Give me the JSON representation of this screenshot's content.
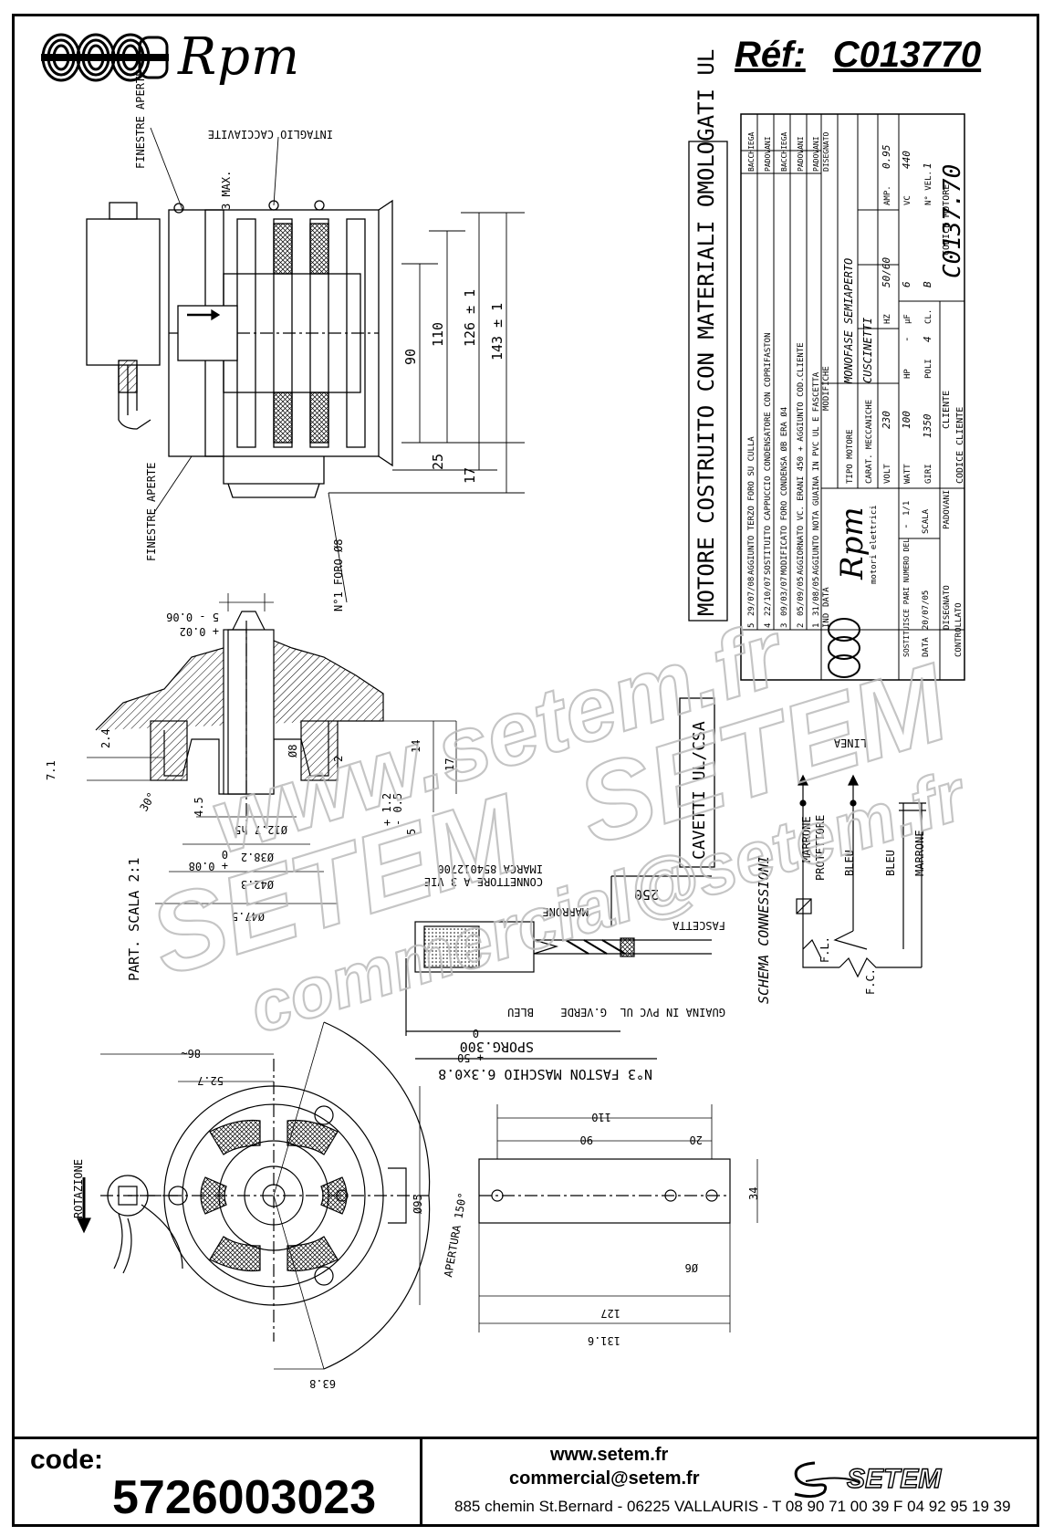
{
  "header": {
    "brand": "Rpm",
    "ref_label": "Réf:",
    "ref_value": "C013770"
  },
  "title_block": {
    "materials_note": "MOTORE COSTRUITO CON MATERIALI OMOLOGATI UL",
    "cables_note": "CAVETTI UL/CSA",
    "revisions": [
      {
        "n": "5",
        "date": "29/07/08",
        "desc": "AGGIUNTO TERZO FORO SU CULLA",
        "by": "BACCHIEGA"
      },
      {
        "n": "4",
        "date": "22/10/07",
        "desc": "SOSTITUITO CAPPUCCIO CONDENSATORE CON COPRIFASTON",
        "by": "PADOVANI"
      },
      {
        "n": "3",
        "date": "09/03/07",
        "desc": "MODIFICATO FORO CONDENSA ØB ERA Ø4",
        "by": "BACCHIEGA"
      },
      {
        "n": "2",
        "date": "05/09/05",
        "desc": "AGGIORNATO VC. ERANI 450 + AGGIUNTO COD.CLIENTE",
        "by": "PADOVANI"
      },
      {
        "n": "1",
        "date": "31/08/05",
        "desc": "AGGIUNTO NOTA GUAINA IN PVC UL E FASCETTA",
        "by": "PADOVANI"
      }
    ],
    "rev_header": {
      "ind": "IND",
      "date": "DATA",
      "desc": "MODIFICHE",
      "drawn": "DISEGNATO",
      "checked": "CONTROLLATO"
    },
    "motor_type_label": "TIPO MOTORE",
    "motor_type": "MONOFASE SEMIAPERTO",
    "mech_label": "CARAT. MECCANICHE",
    "mech": "CUSCINETTI",
    "volt_label": "VOLT",
    "volt": "230",
    "hz_label": "HZ",
    "hz": "50/60",
    "amp_label": "AMP.",
    "amp": "0.95",
    "watt_label": "WATT",
    "watt": "100",
    "hp_label": "HP",
    "hp": "-",
    "uf_label": "µF",
    "uf": "6",
    "vc_label": "VC",
    "vc": "440",
    "giri_label": "GIRI",
    "giri": "1350",
    "poli_label": "POLI",
    "poli": "4",
    "cl_label": "CL.",
    "cl": "B",
    "vel_label": "N° VEL.",
    "vel": "1",
    "client_label": "CLIENTE",
    "motor_code_label": "CODICE MOTORE",
    "motor_code": "C0137.70",
    "client_code_label": "CODICE CLIENTE",
    "company": "Rpm",
    "company_sub": "motori elettrici",
    "replaces_label": "SOSTITUISCE PARI NUMERO DEL",
    "replaces": "-",
    "scale_label": "SCALA",
    "scale": "1/1",
    "date_label": "DATA",
    "date": "20/07/05",
    "drawn_label": "DISEGNATO",
    "drawn": "PADOVANI",
    "checked_label": "CONTROLLATO"
  },
  "side_view": {
    "windows_top": "FINESTRE APERTE",
    "screwdriver_slot": "INTAGLIO CACCIAVITE",
    "max3": "3 MAX.",
    "windows_bottom": "FINESTRE APERTE",
    "hole": "N°1 FORO Ø8",
    "d90": "90",
    "d110": "110",
    "d126": "126 ± 1",
    "d143": "143 ± 1",
    "d25": "25",
    "d17": "17"
  },
  "pulley_detail": {
    "scale_note": "PART. SCALA 2:1",
    "d5tol": "5 - 0.06",
    "d5tol2": "+ 0.02",
    "d24": "2.4",
    "d71": "7.1",
    "d45": "4.5",
    "d14": "14",
    "d17": "17",
    "d2": "2",
    "d8": "Ø8",
    "d12": "+ 1.2",
    "d12b": "- 0.5",
    "d5": "5",
    "d127": "Ø12.7 h5",
    "d382": "Ø38.2",
    "d382tol": "+ 0.08",
    "d382tol2": "0",
    "d423": "Ø42.3",
    "d475": "Ø47.5",
    "angle": "30°"
  },
  "cable": {
    "connector": "CONNETTORE A 3 VIE",
    "connector_brand": "IMARCA 854012700",
    "len250": "250",
    "marrone": "MARRONE",
    "fascetta": "FASCETTA",
    "bleu": "BLEU",
    "gverde": "G.VERDE",
    "guaina": "GUAINA IN PVC UL",
    "sporg": "SPORG.300",
    "sporg_tol": "+ 50",
    "sporg_tol2": "0",
    "faston": "N°3 FASTON MASCHIO 6.3x0.8"
  },
  "schema": {
    "title": "SCHEMA CONNESSIONI",
    "linea": "LINEA",
    "marrone": "MARRONE",
    "protettore": "PROTETTORE",
    "bleu1": "BLEU",
    "bleu2": "BLEU",
    "marrone2": "MARRONE",
    "fl": "F.L.",
    "fc": "F.C."
  },
  "front_view": {
    "rotation": "ROTAZIONE",
    "d86": "86~",
    "d527": "52.7",
    "d95": "Ø95",
    "opening": "APERTURA 150°",
    "d638": "63.8"
  },
  "bracket": {
    "d110": "110",
    "d90": "90",
    "d20": "20",
    "d34": "34",
    "d9": "Ø6",
    "d127": "127",
    "d1316": "131.6"
  },
  "watermark": {
    "line1": "www.setem.fr",
    "line2": "SETEM",
    "line3": "commercial@setem.fr"
  },
  "footer": {
    "code_label": "code:",
    "code_value": "5726003023",
    "website": "www.setem.fr",
    "email": "commercial@setem.fr",
    "address": "885 chemin St.Bernard  -  06225 VALLAURIS  -  T 08 90 71 00 39   F 04 92 95 19 39",
    "setem_logo_text": "SETEM"
  }
}
